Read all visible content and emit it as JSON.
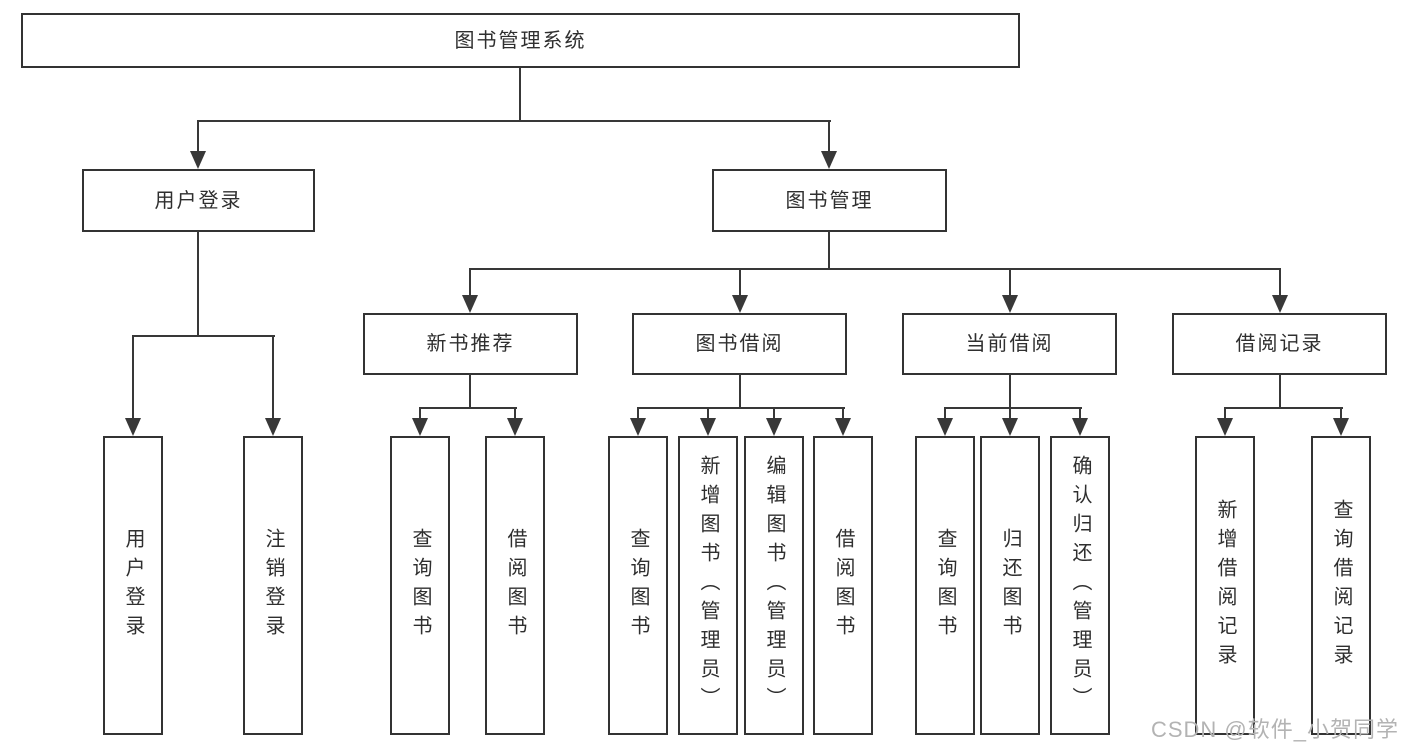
{
  "diagram": {
    "root": {
      "label": "图书管理系统"
    },
    "branches": [
      {
        "label": "用户登录",
        "leaves": [
          {
            "label": "用户登录"
          },
          {
            "label": "注销登录"
          }
        ]
      },
      {
        "label": "图书管理",
        "groups": [
          {
            "label": "新书推荐",
            "leaves": [
              {
                "label": "查询图书"
              },
              {
                "label": "借阅图书"
              }
            ]
          },
          {
            "label": "图书借阅",
            "leaves": [
              {
                "label": "查询图书"
              },
              {
                "label": "新增图书（管理员）"
              },
              {
                "label": "编辑图书（管理员）"
              },
              {
                "label": "借阅图书"
              }
            ]
          },
          {
            "label": "当前借阅",
            "leaves": [
              {
                "label": "查询图书"
              },
              {
                "label": "归还图书"
              },
              {
                "label": "确认归还（管理员）"
              }
            ]
          },
          {
            "label": "借阅记录",
            "leaves": [
              {
                "label": "新增借阅记录"
              },
              {
                "label": "查询借阅记录"
              }
            ]
          }
        ]
      }
    ]
  },
  "watermark": "CSDN @软件_小贺同学",
  "colors": {
    "line": "#383838",
    "box_border": "#333333",
    "text": "#2f2f2f",
    "watermark": "#b3b3b3",
    "background": "#ffffff"
  }
}
